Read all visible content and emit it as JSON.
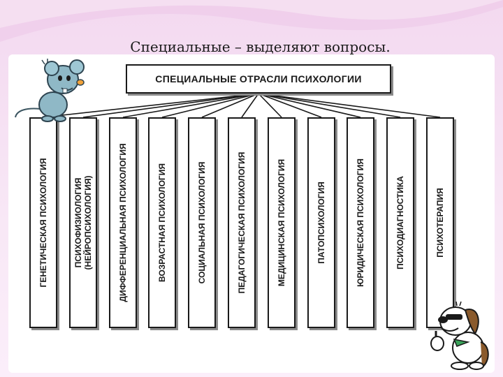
{
  "slide": {
    "title": "Специальные  – выделяют вопросы."
  },
  "diagram": {
    "root": "СПЕЦИАЛЬНЫЕ ОТРАСЛИ ПСИХОЛОГИИ",
    "branches": [
      {
        "line1": "ГЕНЕТИЧЕСКАЯ ПСИХОЛОГИЯ"
      },
      {
        "line1": "ПСИХОФИЗИОЛОГИЯ",
        "line2": "(НЕЙРОПСИХОЛОГИЯ)"
      },
      {
        "line1": "ДИФФЕРЕНЦИАЛЬНАЯ ПСИХОЛОГИЯ"
      },
      {
        "line1": "ВОЗРАСТНАЯ ПСИХОЛОГИЯ"
      },
      {
        "line1": "СОЦИАЛЬНАЯ ПСИХОЛОГИЯ"
      },
      {
        "line1": "ПЕДАГОГИЧЕСКАЯ ПСИХОЛОГИЯ"
      },
      {
        "line1": "МЕДИЦИНСКАЯ ПСИХОЛОГИЯ"
      },
      {
        "line1": "ПАТОПСИХОЛОГИЯ"
      },
      {
        "line1": "ЮРИДИЧЕСКАЯ ПСИХОЛОГИЯ"
      },
      {
        "line1": "ПСИХОДИАГНОСТИКА"
      },
      {
        "line1": "ПСИХОТЕРАПИЯ"
      }
    ]
  },
  "decorations": {
    "mouse_icon": "cartoon-mouse",
    "dog_icon": "cartoon-dog-thumbs-up",
    "background_color": "#f3d9f0"
  }
}
